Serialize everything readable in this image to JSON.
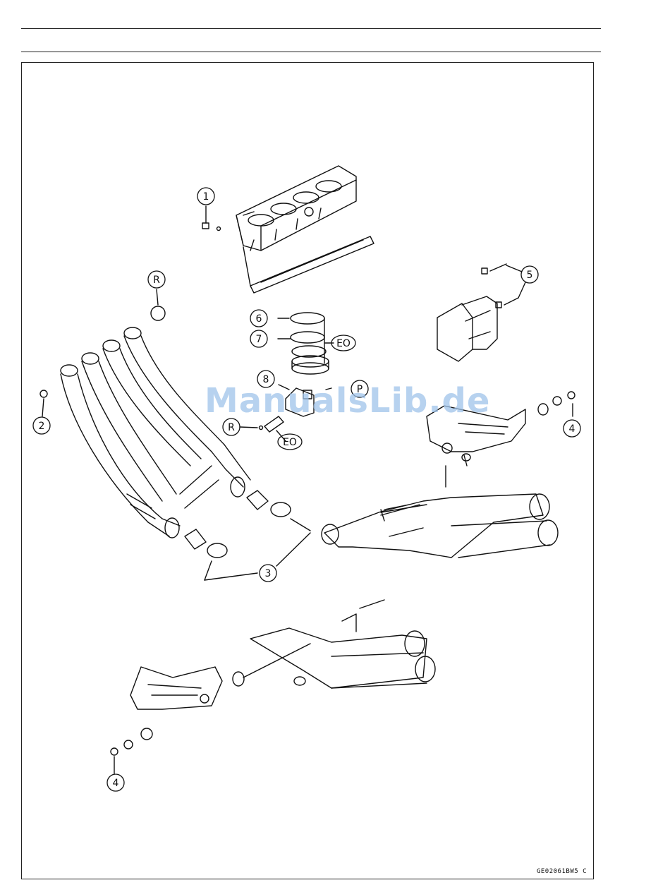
{
  "callouts": {
    "c1": "1",
    "c2": "2",
    "c3": "3",
    "c4a": "4",
    "c4b": "4",
    "c5": "5",
    "c6": "6",
    "c7": "7",
    "c8": "8",
    "r1": "R",
    "r2": "R",
    "p": "P",
    "eo1": "EO",
    "eo2": "EO"
  },
  "watermark": "ManualsLib.de",
  "doc_code": "GE02061BW5 C",
  "colors": {
    "line": "#111111",
    "watermark": "#9fc3ea"
  }
}
